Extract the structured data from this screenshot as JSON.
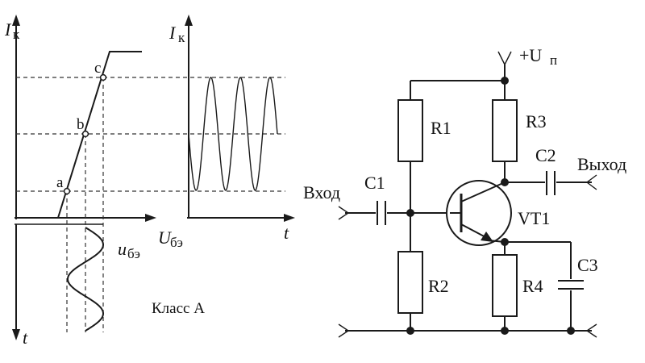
{
  "left_plot": {
    "axis_ik": "I",
    "axis_ik_sub": "к",
    "axis_u": "U",
    "axis_u_sub": "бэ",
    "axis_t_bottom": "t",
    "input_wave": "u",
    "input_wave_sub": "бэ",
    "point_a": "a",
    "point_b": "b",
    "point_c": "c"
  },
  "right_plot": {
    "axis_ik": "I",
    "axis_ik_sub": "к",
    "axis_t": "t"
  },
  "class_label": "Класс A",
  "circuit": {
    "supply": "+U",
    "supply_sub": "п",
    "r1": "R1",
    "r2": "R2",
    "r3": "R3",
    "r4": "R4",
    "c1": "C1",
    "c2": "C2",
    "c3": "C3",
    "vt1": "VT1",
    "input": "Вход",
    "output": "Выход"
  }
}
